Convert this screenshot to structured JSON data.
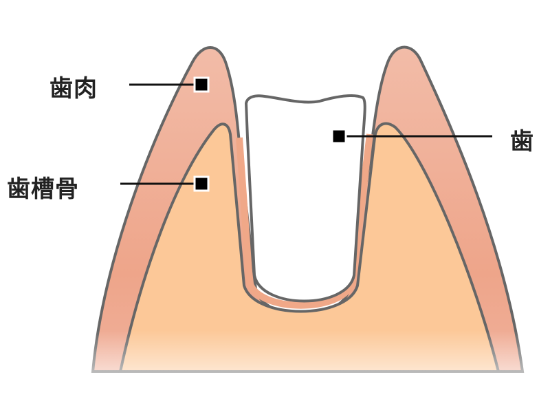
{
  "labels": {
    "gum": "歯肉",
    "alveolar_bone": "歯槽骨",
    "tooth": "歯"
  },
  "colors": {
    "gum": "#f0b8a2",
    "bone": "#fcc898",
    "outline": "#666666",
    "marker": "#000000"
  }
}
